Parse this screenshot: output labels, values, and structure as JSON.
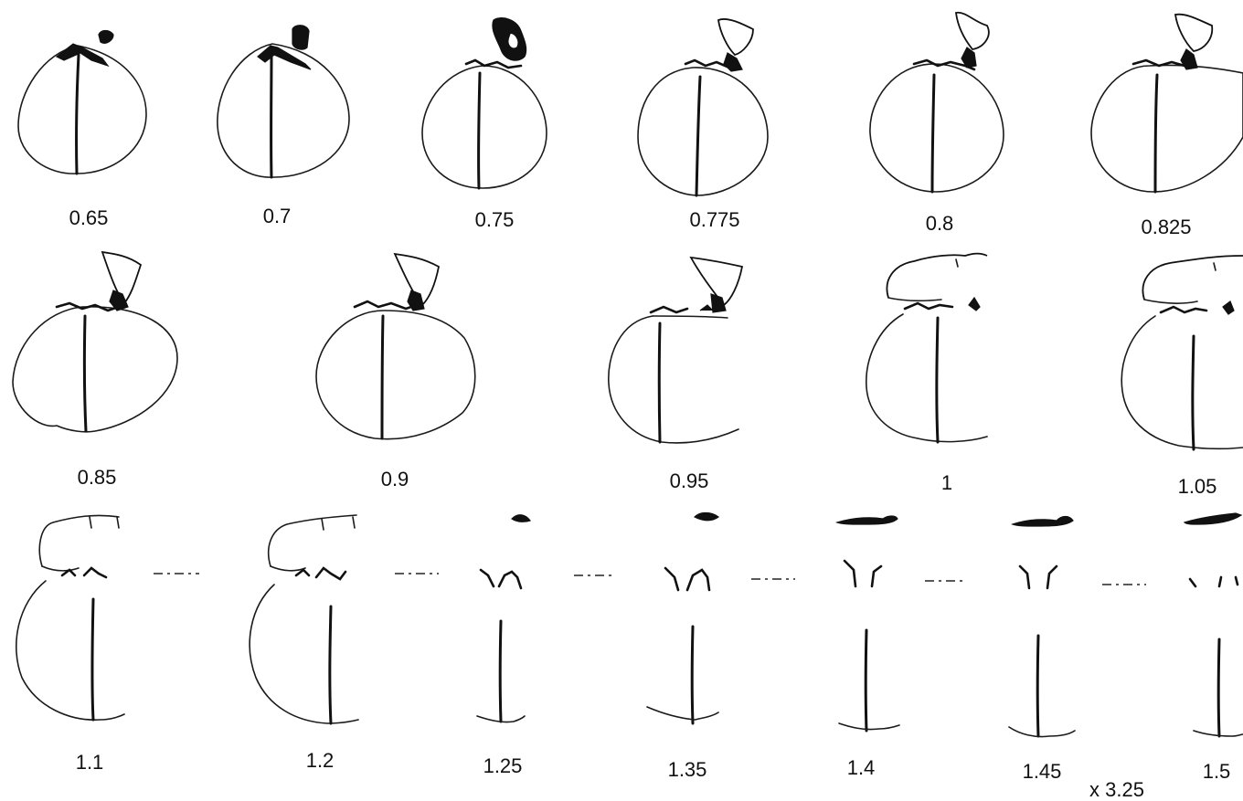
{
  "sections": [
    {
      "label": "0.65"
    },
    {
      "label": "0.7"
    },
    {
      "label": "0.75"
    },
    {
      "label": "0.775"
    },
    {
      "label": "0.8"
    },
    {
      "label": "0.825"
    },
    {
      "label": "0.85"
    },
    {
      "label": "0.9"
    },
    {
      "label": "0.95"
    },
    {
      "label": "1"
    },
    {
      "label": "1.05"
    },
    {
      "label": "1.1"
    },
    {
      "label": "1.2"
    },
    {
      "label": "1.25"
    },
    {
      "label": "1.35"
    },
    {
      "label": "1.4"
    },
    {
      "label": "1.45"
    },
    {
      "label": "1.5"
    }
  ],
  "scale_label": "x 3.25"
}
